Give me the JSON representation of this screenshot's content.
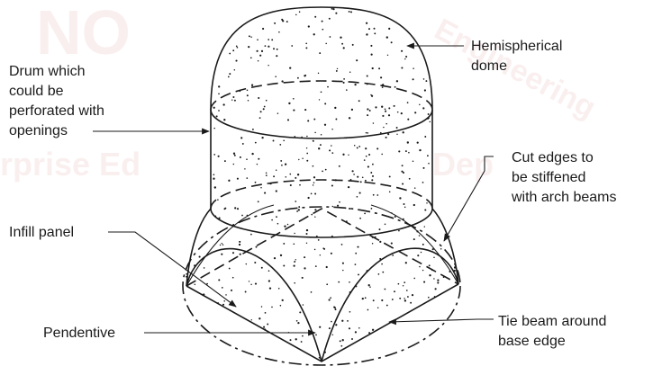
{
  "labels": {
    "hemispherical_dome_line1": "Hemispherical",
    "hemispherical_dome_line2": "dome",
    "drum_line1": "Drum which",
    "drum_line2": "could be",
    "drum_line3": "perforated with",
    "drum_line4": "openings",
    "cut_edges_line1": "Cut edges to",
    "cut_edges_line2": "be stiffened",
    "cut_edges_line3": "with arch beams",
    "infill_panel": "Infill panel",
    "pendentive": "Pendentive",
    "tie_beam_line1": "Tie beam around",
    "tie_beam_line2": "base edge"
  },
  "watermark": {
    "line1": "NO",
    "line2": "Engineering",
    "line3": "rprise Ed",
    "line4": "Dep"
  },
  "colors": {
    "ink": "#1a1a1a",
    "watermark": "#e8a8a8"
  }
}
